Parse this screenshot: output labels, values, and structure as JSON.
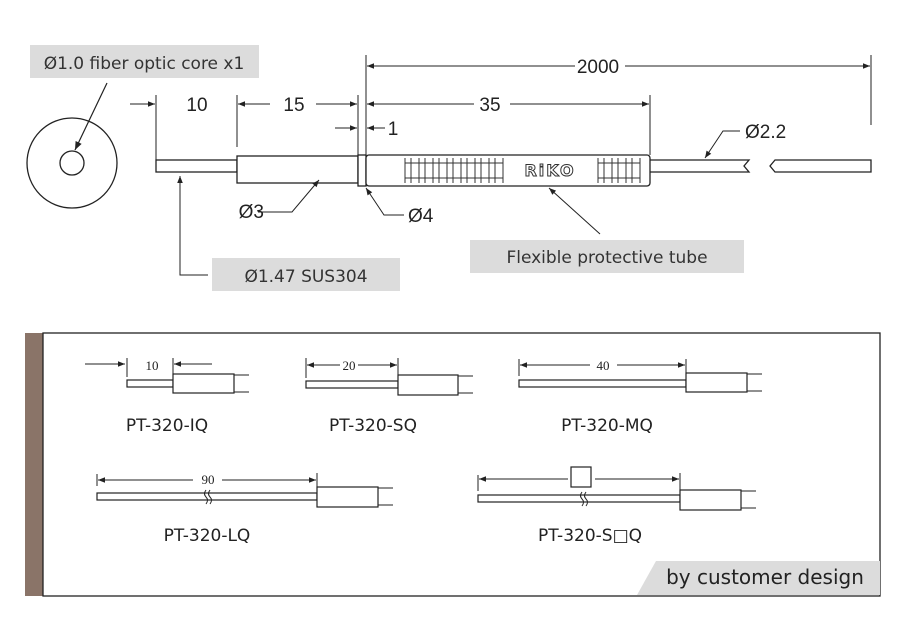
{
  "main_drawing": {
    "core_label": "Ø1.0 fiber optic core x1",
    "dim_total": "2000",
    "dim_tip": "10",
    "dim_sleeve": "15",
    "dim_collar": "1",
    "dim_tube": "35",
    "dia_sleeve": "Ø3",
    "dia_collar": "Ø4",
    "dia_cable": "Ø2.2",
    "tip_material_label": "Ø1.47 SUS304",
    "tube_label": "Flexible protective tube",
    "brand_logo": "RiKO"
  },
  "variants_panel": {
    "accent_color": "#8a7468",
    "variants": [
      {
        "model": "PT-320-IQ",
        "length": "10"
      },
      {
        "model": "PT-320-SQ",
        "length": "20"
      },
      {
        "model": "PT-320-MQ",
        "length": "40"
      },
      {
        "model": "PT-320-LQ",
        "length": "90"
      },
      {
        "model": "PT-320-S□Q",
        "length": ""
      }
    ],
    "custom_label": "by customer design"
  }
}
